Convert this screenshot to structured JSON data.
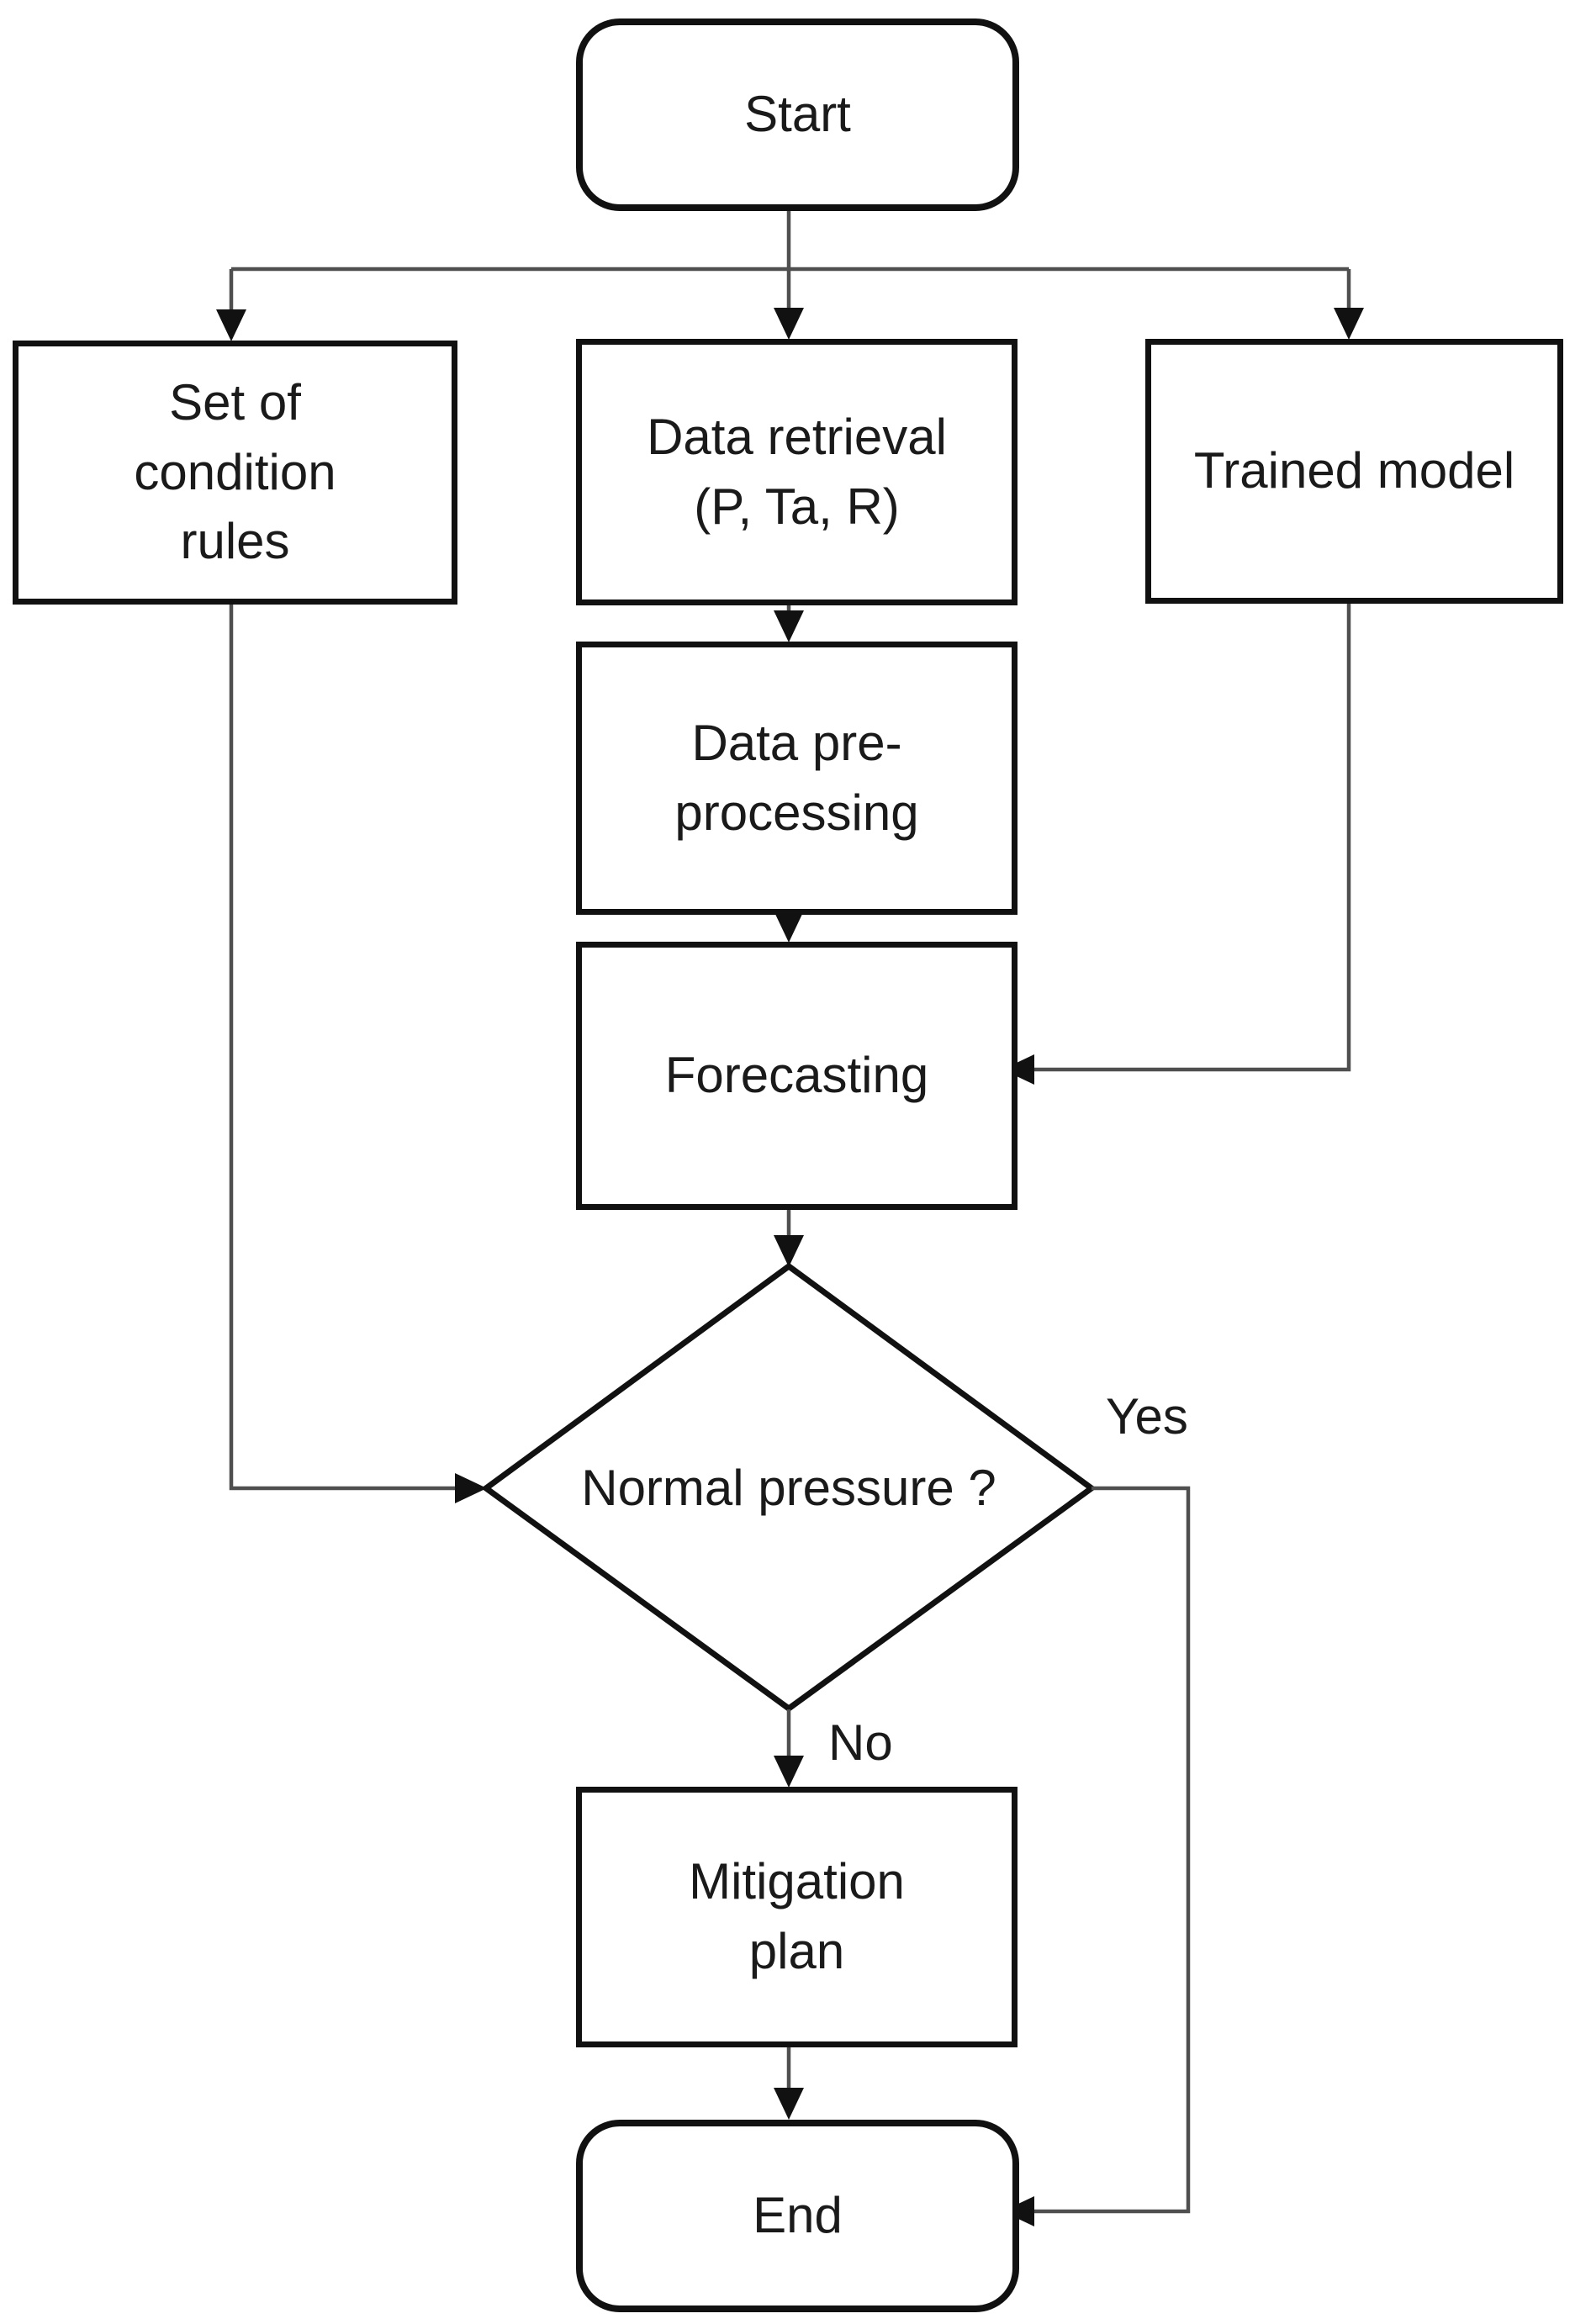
{
  "diagram": {
    "type": "flowchart",
    "background": "#ffffff",
    "line_color": "#4f4f4f",
    "shape_border_color": "#111111",
    "text_color": "#1a1a1a"
  },
  "nodes": {
    "start": {
      "label": "Start",
      "shape": "terminator"
    },
    "condition_rules": {
      "label": "Set of\ncondition\nrules",
      "shape": "process"
    },
    "data_retrieval": {
      "label": "Data retrieval\n(P, Ta, R)",
      "shape": "process"
    },
    "preprocessing": {
      "label": "Data pre-\nprocessing",
      "shape": "process"
    },
    "trained_model": {
      "label": "Trained model",
      "shape": "process"
    },
    "forecasting": {
      "label": "Forecasting",
      "shape": "process"
    },
    "decision": {
      "label": "Normal\npressure\n?",
      "shape": "decision"
    },
    "mitigation": {
      "label": "Mitigation\nplan",
      "shape": "process"
    },
    "end": {
      "label": "End",
      "shape": "terminator"
    }
  },
  "edges": {
    "yes_label": "Yes",
    "no_label": "No",
    "connections": [
      {
        "from": "start",
        "to": "condition_rules"
      },
      {
        "from": "start",
        "to": "data_retrieval"
      },
      {
        "from": "start",
        "to": "trained_model"
      },
      {
        "from": "data_retrieval",
        "to": "preprocessing"
      },
      {
        "from": "preprocessing",
        "to": "forecasting"
      },
      {
        "from": "trained_model",
        "to": "forecasting"
      },
      {
        "from": "forecasting",
        "to": "decision"
      },
      {
        "from": "condition_rules",
        "to": "decision"
      },
      {
        "from": "decision",
        "to": "mitigation",
        "label": "No"
      },
      {
        "from": "decision",
        "to": "end",
        "label": "Yes"
      },
      {
        "from": "mitigation",
        "to": "end"
      }
    ]
  }
}
